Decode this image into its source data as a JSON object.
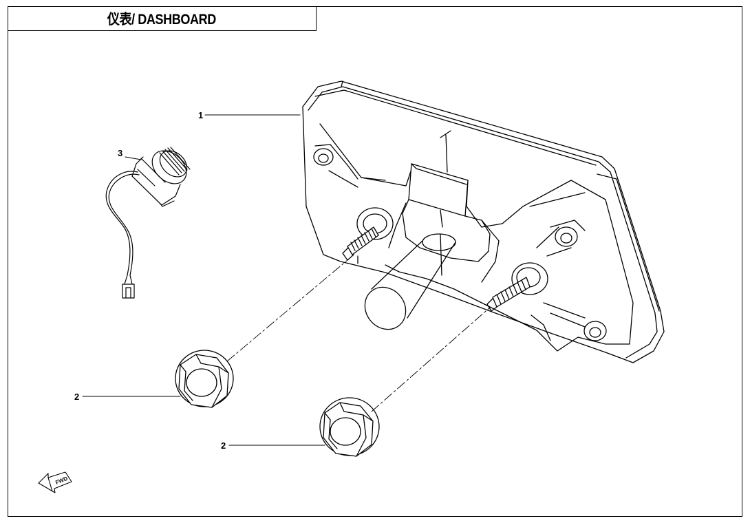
{
  "title": "仪表/ DASHBOARD",
  "callouts": {
    "part1": "1",
    "part2a": "2",
    "part2b": "2",
    "part3": "3"
  },
  "fwd_label": "FWD",
  "icons": [
    "fwd-arrow-icon"
  ]
}
